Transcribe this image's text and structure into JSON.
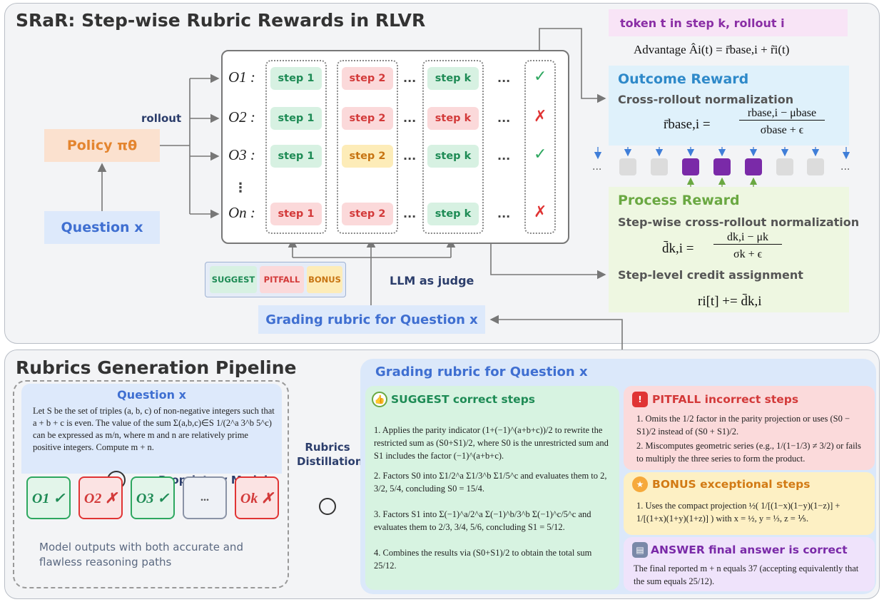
{
  "top_panel": {
    "title": "SRaR: Step-wise Rubric Rewards in RLVR",
    "policy": "Policy πθ",
    "question": "Question x",
    "rollout_label": "rollout",
    "outputs": [
      {
        "label": "O1 :",
        "steps": [
          "step 1",
          "step 2",
          "step k"
        ],
        "colors": [
          "green",
          "red",
          "green"
        ],
        "mark": "✓",
        "correct": true
      },
      {
        "label": "O2 :",
        "steps": [
          "step 1",
          "step 2",
          "step k"
        ],
        "colors": [
          "green",
          "red",
          "red"
        ],
        "mark": "✗",
        "correct": false
      },
      {
        "label": "O3 :",
        "steps": [
          "step 1",
          "step 2",
          "step k"
        ],
        "colors": [
          "green",
          "yellow",
          "green"
        ],
        "mark": "✓",
        "correct": true
      },
      {
        "label": "On :",
        "steps": [
          "step 1",
          "step 2",
          "step k"
        ],
        "colors": [
          "red",
          "red",
          "green"
        ],
        "mark": "✗",
        "correct": false
      }
    ],
    "ellipsis": "...",
    "vdots": "⋮",
    "legend": [
      "SUGGEST",
      "PITFALL",
      "BONUS"
    ],
    "llm_judge": "LLM as judge",
    "rubric_box": "Grading rubric for Question x",
    "token_label": "token t in step k, rollout i",
    "advantage_formula": "Advantage Âi(t) = r̄base,i + r̃i(t)",
    "outcome": {
      "title": "Outcome Reward",
      "subtitle": "Cross-rollout normalization",
      "formula_lhs": "r̄base,i =",
      "formula_num": "rbase,i − μbase",
      "formula_den": "σbase + ϵ"
    },
    "process": {
      "title": "Process Reward",
      "subtitle": "Step-wise cross-rollout normalization",
      "formula_lhs": "d̄k,i =",
      "formula_num": "dk,i − μk",
      "formula_den": "σk + ϵ",
      "credit": "Step-level credit assignment",
      "credit_formula": "ri[t] += d̄k,i"
    }
  },
  "bottom_panel": {
    "title": "Rubrics Generation Pipeline",
    "question_title": "Question x",
    "question_text": "Let S be the set of triples (a, b, c) of non-negative integers such that a + b + c is even. The value of the sum Σ(a,b,c)∈S 1/(2^a 3^b 5^c) can be expressed as m/n, where m and n are relatively prime positive integers. Compute m + n.",
    "proprietary": "Proprietary Model",
    "outputs": [
      {
        "label": "O1 ✓",
        "color": "green"
      },
      {
        "label": "O2 ✗",
        "color": "red"
      },
      {
        "label": "O3 ✓",
        "color": "green"
      },
      {
        "label": "...",
        "color": "gray"
      },
      {
        "label": "Ok ✗",
        "color": "red"
      }
    ],
    "caption": "Model outputs with both accurate and flawless reasoning paths",
    "distill": "Rubrics Distillation",
    "rubric_title": "Grading rubric for Question x",
    "suggest": {
      "title": "SUGGEST  correct steps",
      "items": [
        "1. Applies the parity indicator (1+(−1)^(a+b+c))/2 to rewrite the restricted sum as (S0+S1)/2, where S0 is the unrestricted sum and S1 includes the factor (−1)^(a+b+c).",
        "2. Factors S0 into Σ1/2^a Σ1/3^b Σ1/5^c and evaluates them to 2, 3/2, 5/4, concluding S0 = 15/4.",
        "3. Factors S1 into Σ(−1)^a/2^a Σ(−1)^b/3^b Σ(−1)^c/5^c and evaluates them to 2/3, 3/4, 5/6, concluding S1 = 5/12.",
        "4. Combines the results via (S0+S1)/2 to obtain the total sum 25/12."
      ]
    },
    "pitfall": {
      "title": "PITFALL  incorrect steps",
      "items": [
        "1. Omits the 1/2 factor in the parity projection or uses (S0 − S1)/2 instead of (S0 + S1)/2.",
        "2. Miscomputes geometric series (e.g., 1/(1−1/3) ≠ 3/2) or fails to multiply the three series to form the product."
      ]
    },
    "bonus": {
      "title": "BONUS  exceptional steps",
      "items": [
        "1. Uses the compact projection ½( 1/[(1−x)(1−y)(1−z)] + 1/[(1+x)(1+y)(1+z)] ) with x = ½, y = ⅓, z = ⅕."
      ]
    },
    "answer": {
      "title": "ANSWER final answer is correct",
      "text": "The final reported m + n equals 37 (accepting equivalently that the sum equals 25/12)."
    }
  }
}
